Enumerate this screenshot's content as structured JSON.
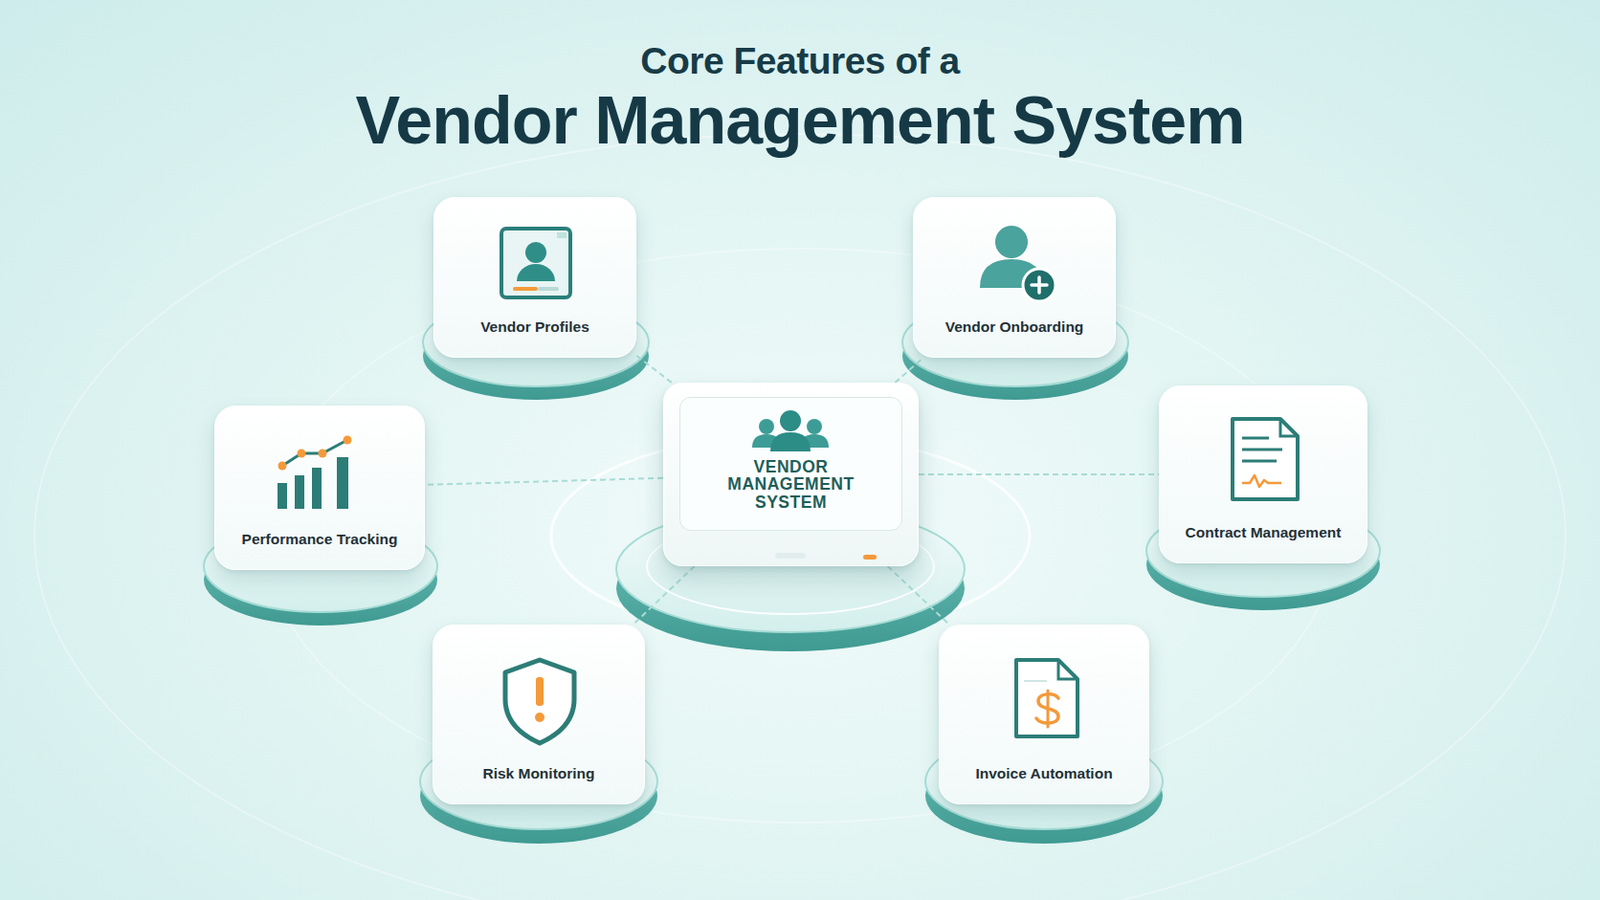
{
  "diagram": {
    "title": "Vendor Management System",
    "nodes": [
      {
        "text": [
          "Vendor Profiles"
        ]
      },
      {
        "text": [
          "Vendor Onboarding"
        ]
      },
      {
        "text": [
          "Performance Tracking"
        ]
      },
      {
        "text": [
          "VENDOR MANAGEMENT SYSTEM"
        ]
      },
      {
        "text": [
          "Contract Management"
        ]
      },
      {
        "text": [
          "Risk Monitoring"
        ]
      },
      {
        "text": [
          "Invoice Automation"
        ]
      }
    ],
    "edges": [
      {
        "from": 3,
        "to": 0,
        "arrow": "none"
      },
      {
        "from": 3,
        "to": 1,
        "arrow": "none"
      },
      {
        "from": 3,
        "to": 2,
        "arrow": "none"
      },
      {
        "from": 3,
        "to": 4,
        "arrow": "none"
      },
      {
        "from": 3,
        "to": 5,
        "arrow": "none"
      },
      {
        "from": 3,
        "to": 6,
        "arrow": "none"
      }
    ],
    "labels": [
      "Core Features of a"
    ]
  }
}
